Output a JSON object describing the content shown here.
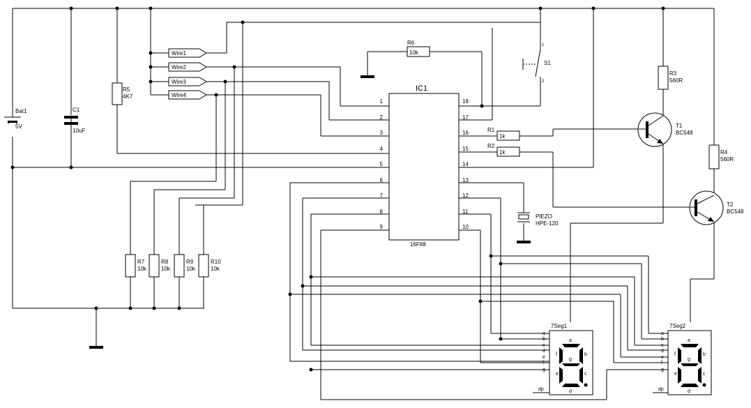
{
  "ic": {
    "name": "IC1",
    "part": "16F88",
    "pins_left": [
      "1",
      "2",
      "3",
      "4",
      "5",
      "6",
      "7",
      "8",
      "9"
    ],
    "pins_right": [
      "18",
      "17",
      "16",
      "15",
      "14",
      "13",
      "12",
      "11",
      "10"
    ]
  },
  "battery": {
    "name": "Bat1",
    "value": "5V"
  },
  "c1": {
    "name": "C1",
    "value": "10uF"
  },
  "r5": {
    "name": "R5",
    "value": "4K7"
  },
  "r6": {
    "name": "R6",
    "value": "10k"
  },
  "r1": {
    "name": "R1",
    "value": "1k"
  },
  "r2": {
    "name": "R2",
    "value": "1k"
  },
  "r3": {
    "name": "R3",
    "value": "560R"
  },
  "r4": {
    "name": "R4",
    "value": "560R"
  },
  "r7": {
    "name": "R7",
    "value": "10k"
  },
  "r8": {
    "name": "R8",
    "value": "10k"
  },
  "r9": {
    "name": "R9",
    "value": "10k"
  },
  "r10": {
    "name": "R10",
    "value": "10k"
  },
  "s1": {
    "name": "S1",
    "pin1": "1",
    "pin2": "2"
  },
  "t1": {
    "name": "T1",
    "part": "BC548"
  },
  "t2": {
    "name": "T2",
    "part": "BC548"
  },
  "piezo": {
    "name": "PIEZO",
    "part": "HPE-120"
  },
  "wires": [
    "Wire1",
    "Wire2",
    "Wire3",
    "Wire4"
  ],
  "seg1": {
    "name": "7Seg1"
  },
  "seg2": {
    "name": "7Seg2"
  },
  "seg_pins": [
    "a",
    "b",
    "c",
    "d",
    "e",
    "f",
    "g"
  ],
  "seg_dp": "dp",
  "seg_labels": {
    "a": "a",
    "b": "b",
    "c": "c",
    "d": "d",
    "e": "e",
    "f": "f",
    "g": "g"
  }
}
